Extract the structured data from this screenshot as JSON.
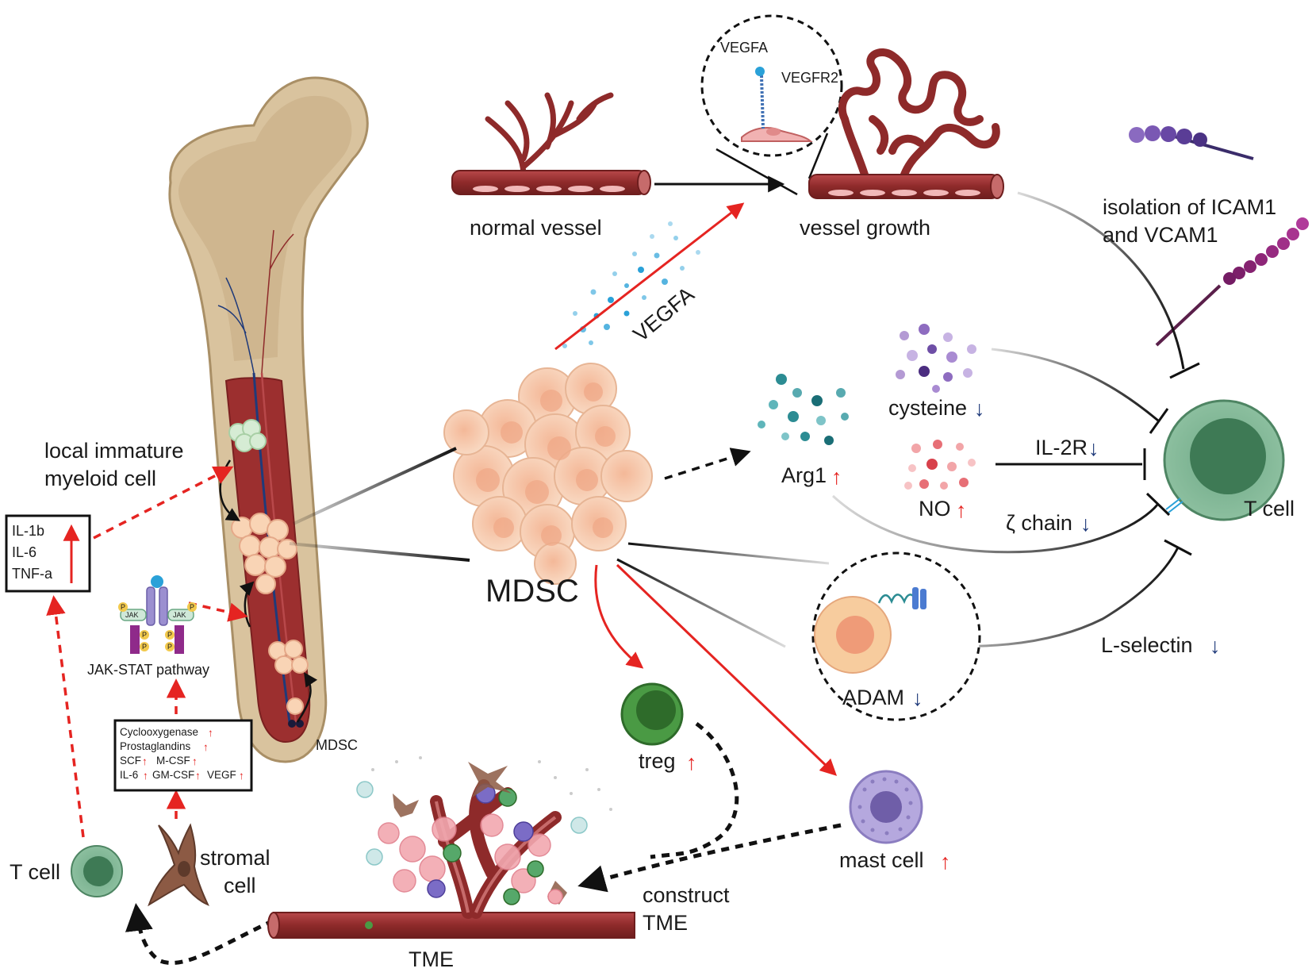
{
  "colors": {
    "up_arrow": "#e52421",
    "down_arrow": "#1f3a7a",
    "vessel": "#8e2a2a",
    "bone": "#d9c39e",
    "mdsc": "#f5c9a8",
    "tcell": "#5d9a74",
    "treg": "#3f8a3a",
    "mast_cell": "#b5a8de"
  },
  "icons": {
    "up": "↑",
    "down": "↓"
  },
  "labels": {
    "normal_vessel": "normal vessel",
    "vessel_growth": "vessel growth",
    "vegfa_inset": "VEGFA",
    "vegfr2_inset": "VEGFR2",
    "vegfa_particles": "VEGFA",
    "isolation_line1": "isolation of ICAM1",
    "isolation_line2": "and VCAM1",
    "cysteine": "cysteine",
    "arg1": "Arg1",
    "il2r": "IL-2R",
    "no": "NO",
    "zeta_chain": "ζ chain",
    "t_cell_right": "T cell",
    "l_selectin": "L-selectin",
    "adam": "ADAM",
    "mdsc_main": "MDSC",
    "treg": "treg",
    "mast_cell": "mast cell",
    "construct_tme_line1": "construct",
    "construct_tme_line2": "TME",
    "tme": "TME",
    "local_immature_line1": "local immature",
    "local_immature_line2": "myeloid cell",
    "jak_stat": "JAK-STAT pathway",
    "jak_left": "JAK",
    "jak_right": "JAK",
    "phospho": "P",
    "mdsc_bone": "MDSC",
    "t_cell_left": "T cell",
    "stromal_line1": "stromal",
    "stromal_line2": "cell"
  },
  "cytokine_box": {
    "items": [
      "IL-1b",
      "IL-6",
      "TNF-a"
    ]
  },
  "factor_box": {
    "line1": "Cyclooxygenase",
    "line2": "Prostaglandins",
    "scf": "SCF",
    "mcsf": "M-CSF",
    "il6": "IL-6",
    "gmcsf": "GM-CSF",
    "vegf": "VEGF"
  }
}
